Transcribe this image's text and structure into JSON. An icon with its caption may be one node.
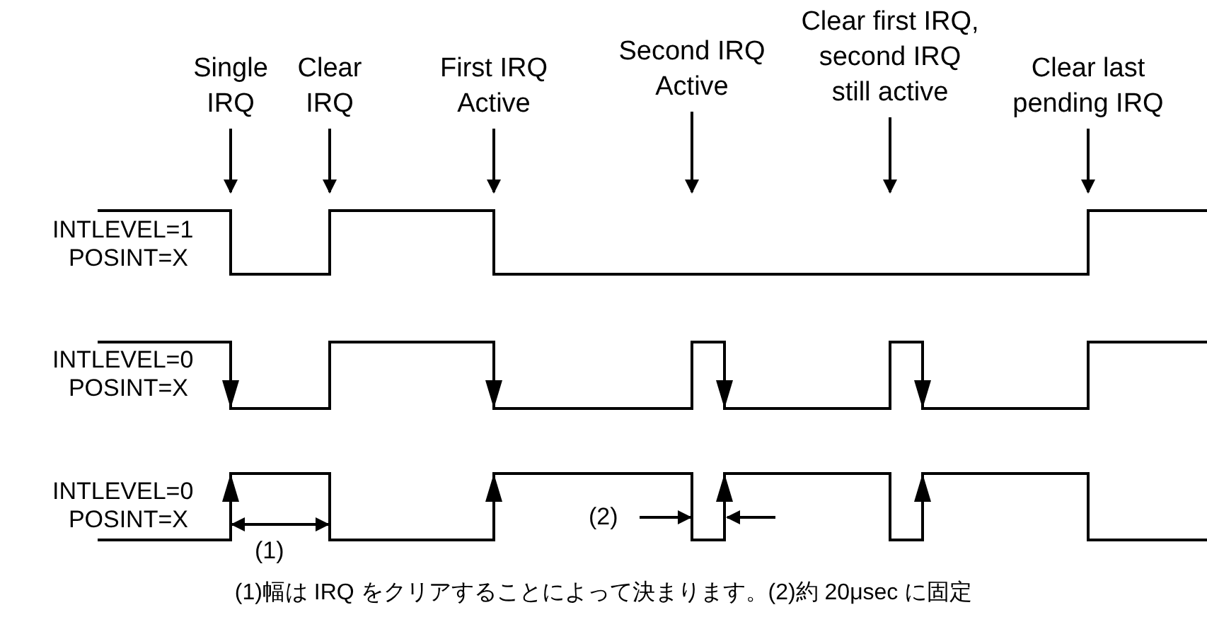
{
  "diagram": {
    "caption": "(1)幅は IRQ をクリアすることによって決まります。(2)約 20μsec に固定",
    "nodes": [
      {
        "text": [
          "Single IRQ"
        ]
      },
      {
        "text": [
          "Clear IRQ"
        ]
      },
      {
        "text": [
          "First IRQ Active"
        ]
      },
      {
        "text": [
          "Second IRQ Active"
        ]
      },
      {
        "text": [
          "Clear first IRQ, second IRQ still active"
        ]
      },
      {
        "text": [
          "Clear last pending IRQ"
        ]
      },
      {
        "text": [],
        "shape": "waveform"
      },
      {
        "text": [],
        "shape": "waveform"
      },
      {
        "text": [],
        "shape": "waveform"
      }
    ],
    "edges": [
      {
        "from": 0,
        "to": 6,
        "arrow": "to"
      },
      {
        "from": 1,
        "to": 6,
        "arrow": "to"
      },
      {
        "from": 2,
        "to": 6,
        "arrow": "to"
      },
      {
        "from": 3,
        "to": 6,
        "arrow": "to"
      },
      {
        "from": 4,
        "to": 6,
        "arrow": "to"
      },
      {
        "from": 5,
        "to": 6,
        "arrow": "to"
      }
    ],
    "labels": [
      "INTLEVEL=1 POSINT=X",
      "INTLEVEL=0 POSINT=X",
      "INTLEVEL=0 POSINT=X",
      "(1)",
      "(2)"
    ]
  }
}
